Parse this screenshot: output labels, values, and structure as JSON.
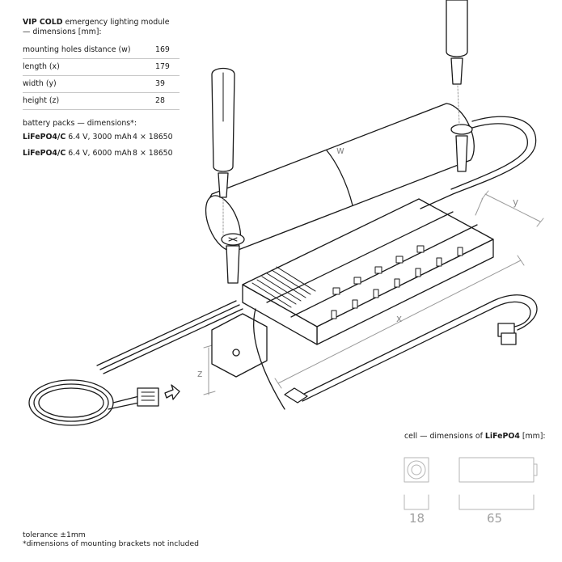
{
  "spec": {
    "title_bold": "VIP COLD",
    "title_rest": " emergency lighting module",
    "title_line2": "— dimensions [mm]:",
    "rows": [
      {
        "label": "mounting holes distance (w)",
        "value": "169"
      },
      {
        "label": "length (x)",
        "value": "179"
      },
      {
        "label": "width (y)",
        "value": "39"
      },
      {
        "label": "height (z)",
        "value": "28"
      }
    ],
    "battery_heading": "battery packs — dimensions*:",
    "batteries": [
      {
        "label_bold": "LiFePO4/C",
        "label_rest": " 6.4 V, 3000 mAh",
        "value": "4 × 18650"
      },
      {
        "label_bold": "LiFePO4/C",
        "label_rest": " 6.4 V, 6000 mAh",
        "value": "8 × 18650"
      }
    ]
  },
  "diagram": {
    "label_w": "w",
    "label_x": "x",
    "label_y": "y",
    "label_z": "z"
  },
  "cell": {
    "title_pre": "cell — dimensions of ",
    "title_bold": "LiFePO4",
    "title_post": " [mm]:",
    "diameter": "18",
    "length": "65"
  },
  "notes": {
    "tolerance": "tolerance ±1mm",
    "footnote": "*dimensions of mounting brackets not included"
  }
}
